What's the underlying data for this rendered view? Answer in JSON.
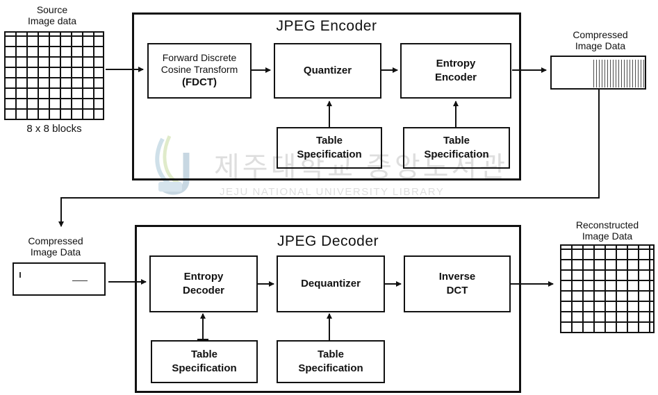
{
  "source": {
    "title": "Source\nImage data",
    "caption": "8 x 8 blocks"
  },
  "encoder": {
    "title": "JPEG Encoder",
    "fdct": {
      "line1": "Forward Discrete",
      "line2": "Cosine Transform",
      "abbr": "(FDCT)"
    },
    "quantizer": "Quantizer",
    "entropy": "Entropy\nEncoder",
    "table_q": "Table\nSpecification",
    "table_e": "Table\nSpecification"
  },
  "compressed_out": {
    "label": "Compressed\nImage Data"
  },
  "compressed_in": {
    "label": "Compressed\nImage Data"
  },
  "decoder": {
    "title": "JPEG Decoder",
    "entropy": "Entropy\nDecoder",
    "dequantizer": "Dequantizer",
    "idct": "Inverse\nDCT",
    "table_e": "Table\nSpecification",
    "table_q": "Table\nSpecification"
  },
  "reconstructed": {
    "label": "Reconstructed\nImage Data"
  },
  "watermark": {
    "korean": "제주대학교 중앙도서관",
    "english": "JEJU NATIONAL UNIVERSITY LIBRARY",
    "color": "#c9c9c9"
  }
}
